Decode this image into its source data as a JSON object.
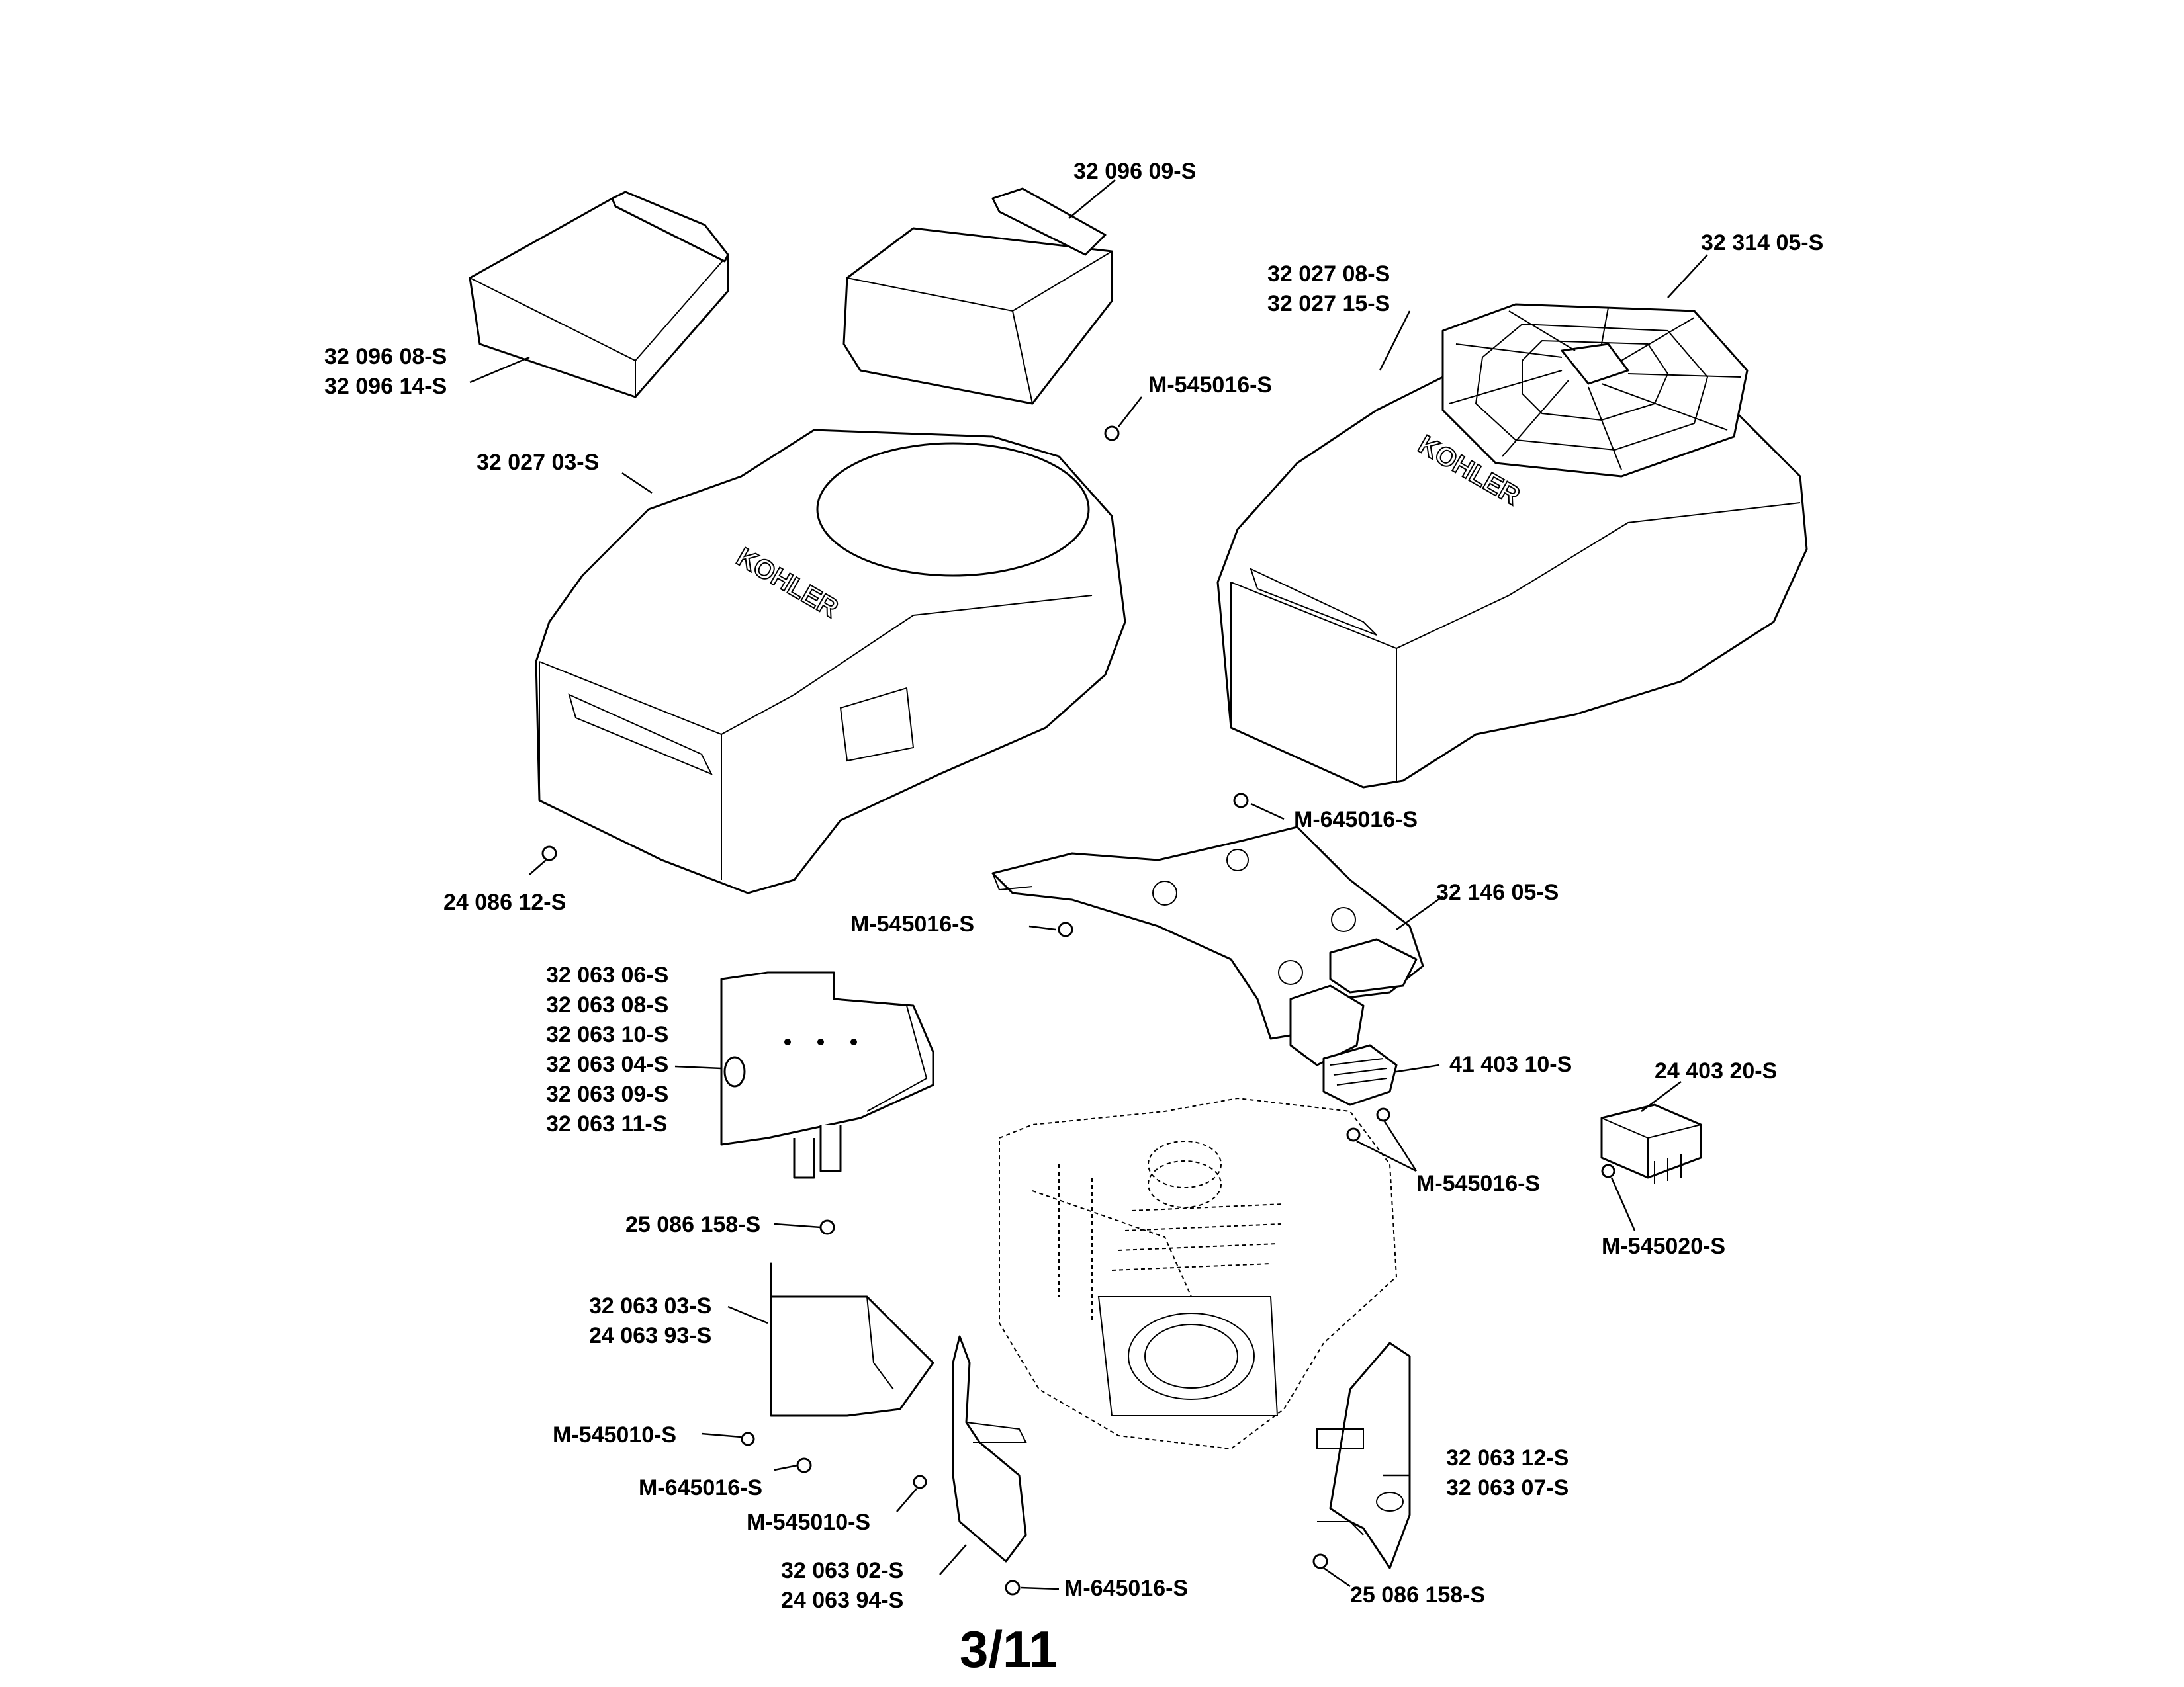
{
  "brand": "KOHLER",
  "page_number": "3/11",
  "labels": {
    "p_32_096_09": "32 096 09-S",
    "p_32_314_05": "32 314 05-S",
    "p_32_027_08": "32 027 08-S",
    "p_32_027_15": "32 027 15-S",
    "p_32_096_08": "32 096 08-S",
    "p_32_096_14": "32 096 14-S",
    "m_545016_top": "M-545016-S",
    "p_32_027_03": "32 027 03-S",
    "m_645016_a": "M-645016-S",
    "p_24_086_12": "24 086 12-S",
    "p_32_146_05": "32 146 05-S",
    "m_545016_mid": "M-545016-S",
    "p_32_063_06": "32 063 06-S",
    "p_32_063_08": "32 063 08-S",
    "p_32_063_10": "32 063 10-S",
    "p_32_063_04": "32 063 04-S",
    "p_32_063_09": "32 063 09-S",
    "p_32_063_11": "32 063 11-S",
    "p_41_403_10": "41 403 10-S",
    "p_24_403_20": "24 403 20-S",
    "m_545016_low": "M-545016-S",
    "m_545020": "M-545020-S",
    "p_25_086_158_a": "25 086 158-S",
    "p_32_063_03": "32 063 03-S",
    "p_24_063_93": "24 063 93-S",
    "m_545010_a": "M-545010-S",
    "m_645016_b": "M-645016-S",
    "m_545010_b": "M-545010-S",
    "p_32_063_12": "32 063 12-S",
    "p_32_063_07": "32 063 07-S",
    "p_32_063_02": "32 063 02-S",
    "p_24_063_94": "24 063 94-S",
    "m_645016_c": "M-645016-S",
    "p_25_086_158_b": "25 086 158-S"
  }
}
